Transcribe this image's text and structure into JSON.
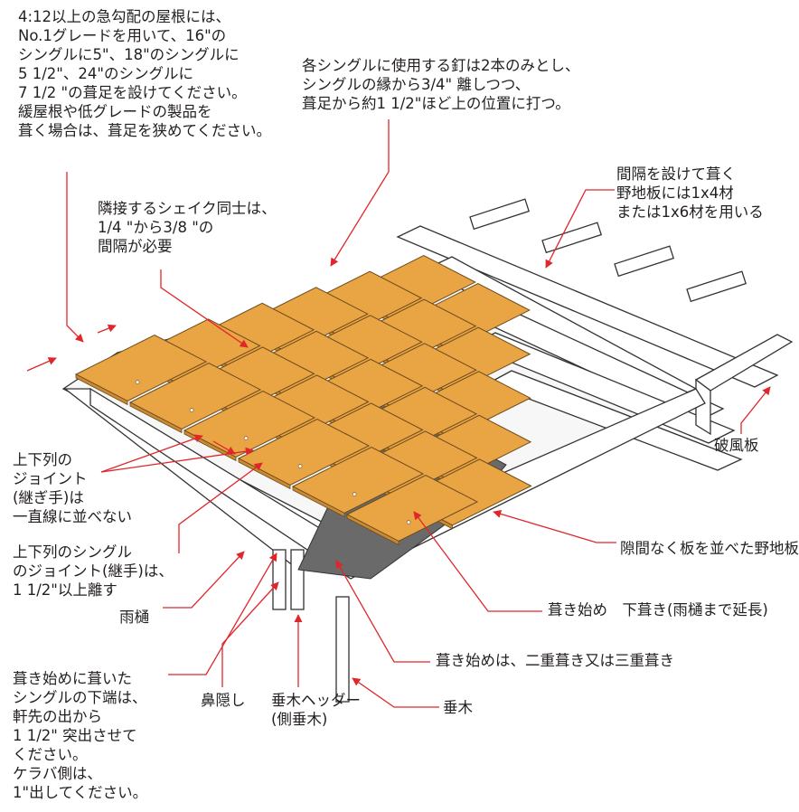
{
  "labels": {
    "pitch_note": "4:12以上の急勾配の屋根には、\nNo.1グレードを用いて、16\"の\nシングルに5\"、18\"のシングルに\n5 1/2\"、24\"のシングルに\n7 1/2 \"の葺足を設けてください。\n緩屋根や低グレードの製品を\n葺く場合は、葺足を狭めてください。",
    "nail_note": "各シングルに使用する釘は2本のみとし、\nシングルの縁から3/4\" 離しつつ、\n葺足から約1 1/2\"ほど上の位置に打つ。",
    "spaced_sheathing": "間隔を設けて葺く\n野地板には1x4材\nまたは1x6材を用いる",
    "shake_gap": "隣接するシェイク同士は、\n1/4 \"から3/8 \"の\n間隔が必要",
    "barge_board": "破風板",
    "joint_not_aligned": "上下列の\nジョイント\n(継ぎ手)は\n一直線に並べない",
    "joint_offset": "上下列のシングル\nのジョイント(継手)は、\n1 1/2\"以上離す",
    "solid_sheathing": "隙間なく板を並べた野地板",
    "gutter": "雨樋",
    "starter_underlay": "葺き始め　下葺き(雨樋まで延長)",
    "starter_course": "葺き始めは、二重葺き又は三重葺き",
    "starter_overhang": "葺き始めに葺いた\nシングルの下端は、\n軒先の出から\n1 1/2\" 突出させて\nください。\nケラバ側は、\n1\"出してください。",
    "fascia": "鼻隠し",
    "rafter_header": "垂木ヘッダー\n(側垂木)",
    "rafter": "垂木"
  },
  "colors": {
    "shingle": "#e9a444",
    "shingle_edge": "#6b4a1c",
    "underlay": "#6a6a6a",
    "leader": "#e0262b",
    "line": "#333333",
    "text": "#231f20"
  }
}
